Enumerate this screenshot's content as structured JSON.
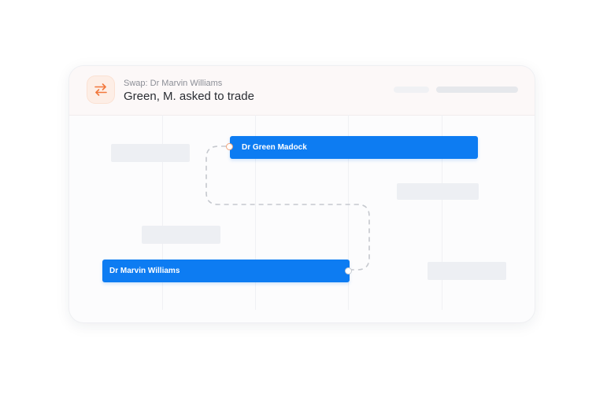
{
  "header": {
    "icon": "swap-arrows-icon",
    "accent_color": "#f2773b",
    "eyebrow": "Swap: Dr Marvin Williams",
    "title": "Green, M. asked to trade"
  },
  "shifts": [
    {
      "label": "Dr Green Madock",
      "color": "#0d7cf2"
    },
    {
      "label": "Dr Marvin Williams",
      "color": "#0d7cf2"
    }
  ]
}
